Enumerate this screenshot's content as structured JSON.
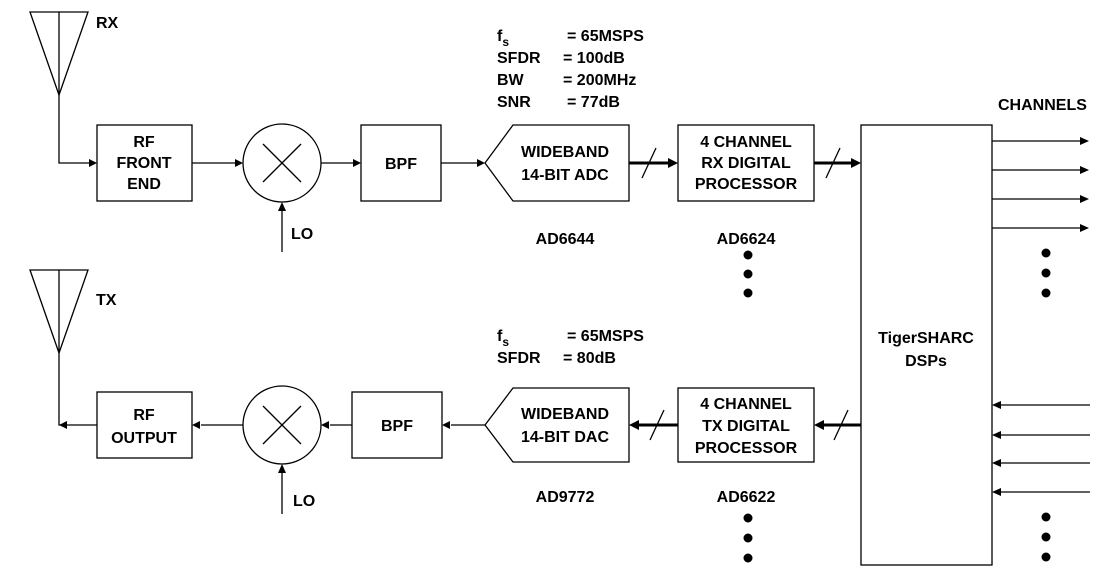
{
  "rx": {
    "antenna_label": "RX",
    "rf_front_end": [
      "RF",
      "FRONT",
      "END"
    ],
    "lo_label": "LO",
    "bpf_label": "BPF",
    "adc": {
      "line1": "WIDEBAND",
      "line2": "14-BIT ADC",
      "part": "AD6644"
    },
    "specs": [
      {
        "name": "f",
        "sub": "s",
        "value": "= 65MSPS"
      },
      {
        "name": "SFDR",
        "value": "= 100dB"
      },
      {
        "name": "BW",
        "value": "= 200MHz"
      },
      {
        "name": "SNR",
        "value": "= 77dB"
      }
    ],
    "processor": {
      "line1": "4 CHANNEL",
      "line2": "RX DIGITAL",
      "line3": "PROCESSOR",
      "part": "AD6624"
    }
  },
  "tx": {
    "antenna_label": "TX",
    "rf_output": [
      "RF",
      "OUTPUT"
    ],
    "lo_label": "LO",
    "bpf_label": "BPF",
    "dac": {
      "line1": "WIDEBAND",
      "line2": "14-BIT DAC",
      "part": "AD9772"
    },
    "specs": [
      {
        "name": "f",
        "sub": "s",
        "value": "= 65MSPS"
      },
      {
        "name": "SFDR",
        "value": "= 80dB"
      }
    ],
    "processor": {
      "line1": "4 CHANNEL",
      "line2": "TX DIGITAL",
      "line3": "PROCESSOR",
      "part": "AD6622"
    }
  },
  "dsp": {
    "line1": "TigerSHARC",
    "line2": "DSPs"
  },
  "channels_label": "CHANNELS"
}
